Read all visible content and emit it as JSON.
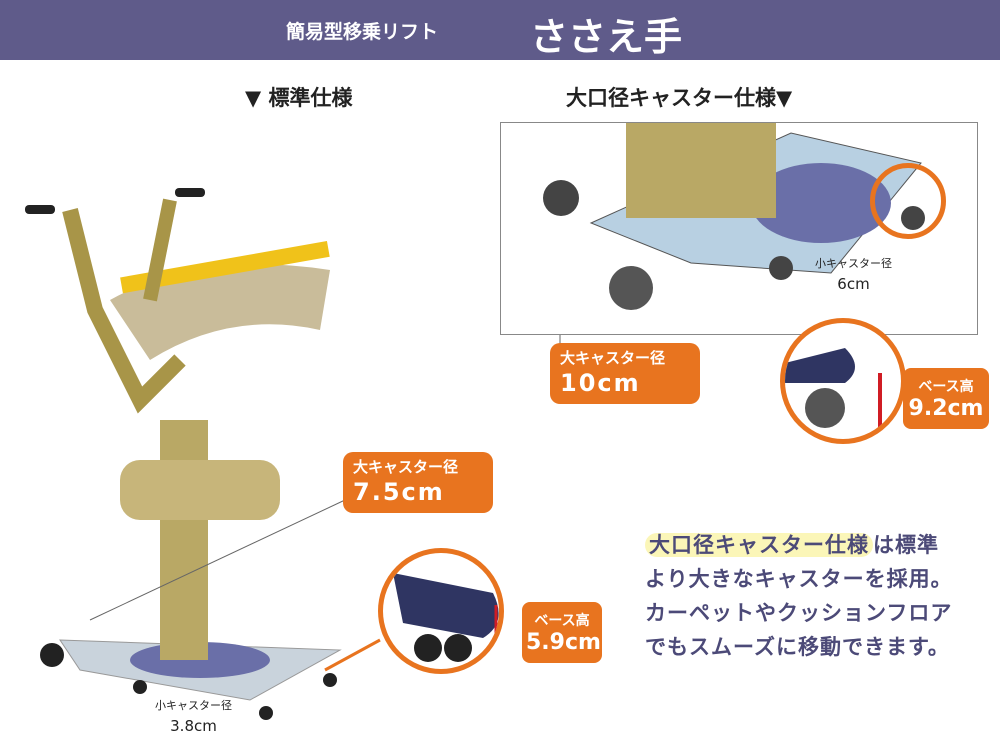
{
  "header": {
    "subtitle": "簡易型移乗リフト",
    "title": "ささえ手"
  },
  "sections": {
    "standard": "▼ 標準仕様",
    "large_caster": "大口径キャスター仕様▼"
  },
  "standard_spec": {
    "large_caster": {
      "label": "大キャスター径",
      "value": "7.5cm"
    },
    "small_caster": {
      "label": "小キャスター径",
      "value": "3.8cm"
    },
    "base_height": {
      "label": "ベース高",
      "value": "5.9cm"
    }
  },
  "large_spec": {
    "large_caster": {
      "label": "大キャスター径",
      "value": "10cm"
    },
    "small_caster": {
      "label": "小キャスター径",
      "value": "6cm"
    },
    "base_height": {
      "label": "ベース高",
      "value": "9.2cm"
    }
  },
  "description": {
    "highlight": "大口径キャスター仕様",
    "line1_rest": "は標準",
    "line2": "より大きなキャスターを採用。",
    "line3": "カーペットやクッションフロア",
    "line4": "でもスムーズに移動できます。"
  },
  "colors": {
    "header": "#5f5b8a",
    "accent": "#e8741f",
    "text": "#4c4a78",
    "highlight": "#fbf6b8"
  }
}
